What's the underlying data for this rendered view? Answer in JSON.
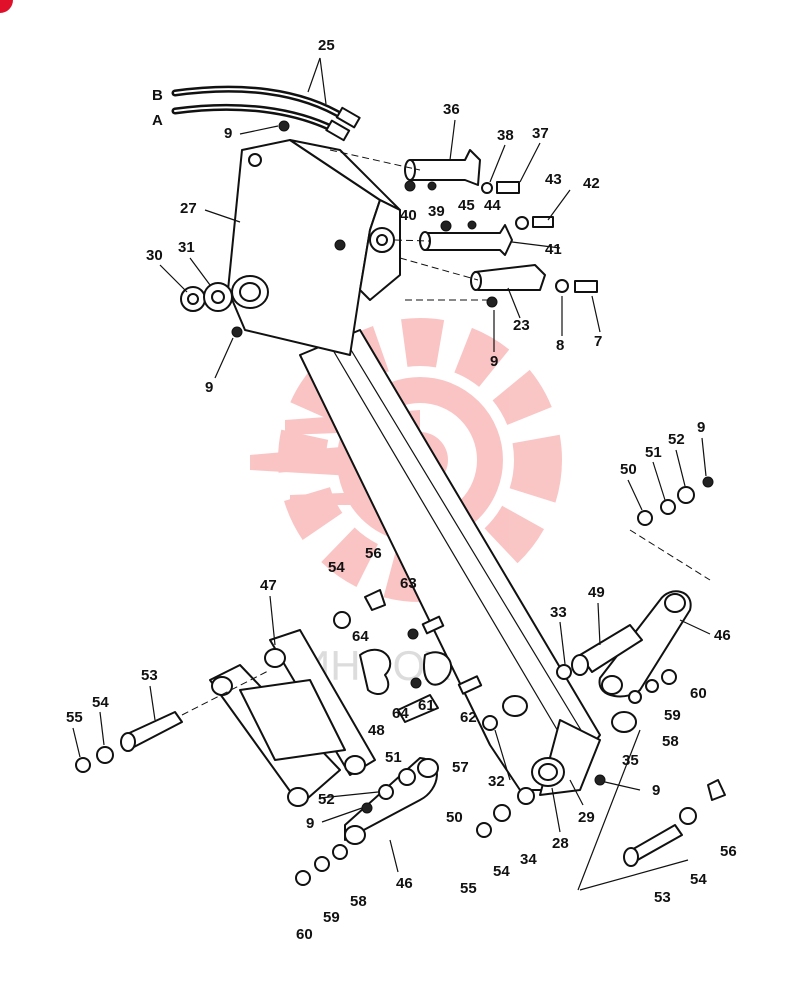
{
  "diagram": {
    "hose_labels": {
      "b": "B",
      "a": "A"
    },
    "watermark_text": "ИНФОХ",
    "part_numbers": [
      "25",
      "9",
      "27",
      "30",
      "31",
      "9",
      "36",
      "38",
      "37",
      "40",
      "39",
      "45",
      "44",
      "43",
      "42",
      "41",
      "23",
      "8",
      "7",
      "9",
      "9",
      "52",
      "51",
      "50",
      "56",
      "54",
      "63",
      "64",
      "47",
      "49",
      "33",
      "46",
      "53",
      "54",
      "55",
      "48",
      "64",
      "61",
      "62",
      "60",
      "59",
      "35",
      "58",
      "32",
      "57",
      "51",
      "52",
      "9",
      "50",
      "9",
      "29",
      "28",
      "34",
      "54",
      "55",
      "46",
      "58",
      "59",
      "60",
      "56",
      "54",
      "53"
    ]
  }
}
